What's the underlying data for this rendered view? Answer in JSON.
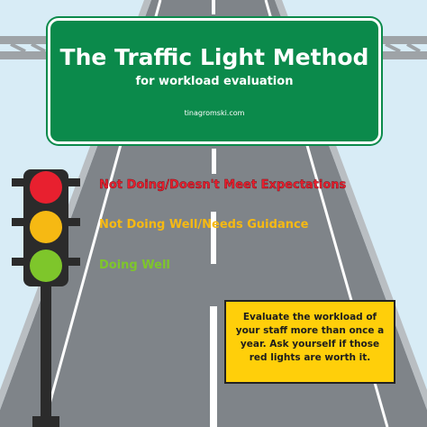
{
  "sign": {
    "title": "The Traffic Light Method",
    "subtitle": "for workload evaluation",
    "url": "tinagromski.com",
    "color": "#0b8a4b"
  },
  "lights": [
    {
      "label": "Not Doing/Doesn't Meet Expectations",
      "color": "#e8202f"
    },
    {
      "label": "Not Doing Well/Needs Guidance",
      "color": "#f6b913"
    },
    {
      "label": "Doing Well",
      "color": "#7ec62b"
    }
  ],
  "note": {
    "text": "Evaluate the workload of your staff more than once a year. Ask yourself if those red lights are worth it.",
    "background": "#ffcf0a"
  }
}
